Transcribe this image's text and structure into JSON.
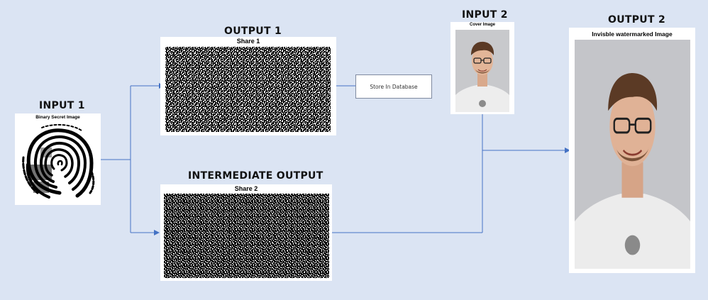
{
  "input1": {
    "heading": "INPUT 1",
    "image_title": "Binary Secret Image",
    "image_icon": "fingerprint-icon"
  },
  "output1": {
    "heading": "OUTPUT 1",
    "image_title": "Share 1"
  },
  "intermediate": {
    "heading": "INTERMEDIATE OUTPUT",
    "image_title": "Share 2"
  },
  "store": {
    "label": "Store In Database"
  },
  "input2": {
    "heading": "INPUT 2",
    "image_title": "Cover Image"
  },
  "output2": {
    "heading": "OUTPUT 2",
    "image_title": "Invisble watermarked Image"
  },
  "colors": {
    "background": "#dbe4f3",
    "connector": "#4472c4"
  }
}
